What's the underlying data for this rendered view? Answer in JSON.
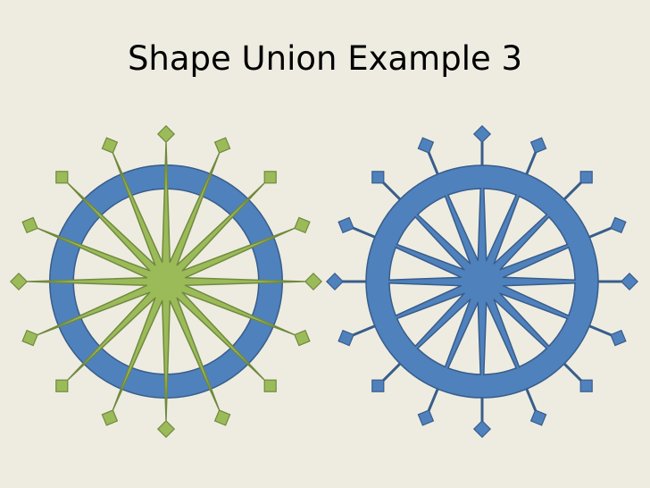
{
  "slide": {
    "title": "Shape Union Example 3"
  },
  "colors": {
    "background": "#EEECE1",
    "ring_blue": "#4F81BD",
    "ring_blue_stroke": "#385D8A",
    "star_green": "#9BBB59",
    "star_green_stroke": "#71893F"
  },
  "figures": [
    {
      "name": "separate-shapes",
      "ring": "blue",
      "star": "green",
      "spikes": 16,
      "end_shape": "diamond",
      "merged": false
    },
    {
      "name": "union-shape",
      "ring": "blue",
      "star": "blue",
      "spikes": 16,
      "end_shape": "diamond",
      "merged": true
    }
  ]
}
